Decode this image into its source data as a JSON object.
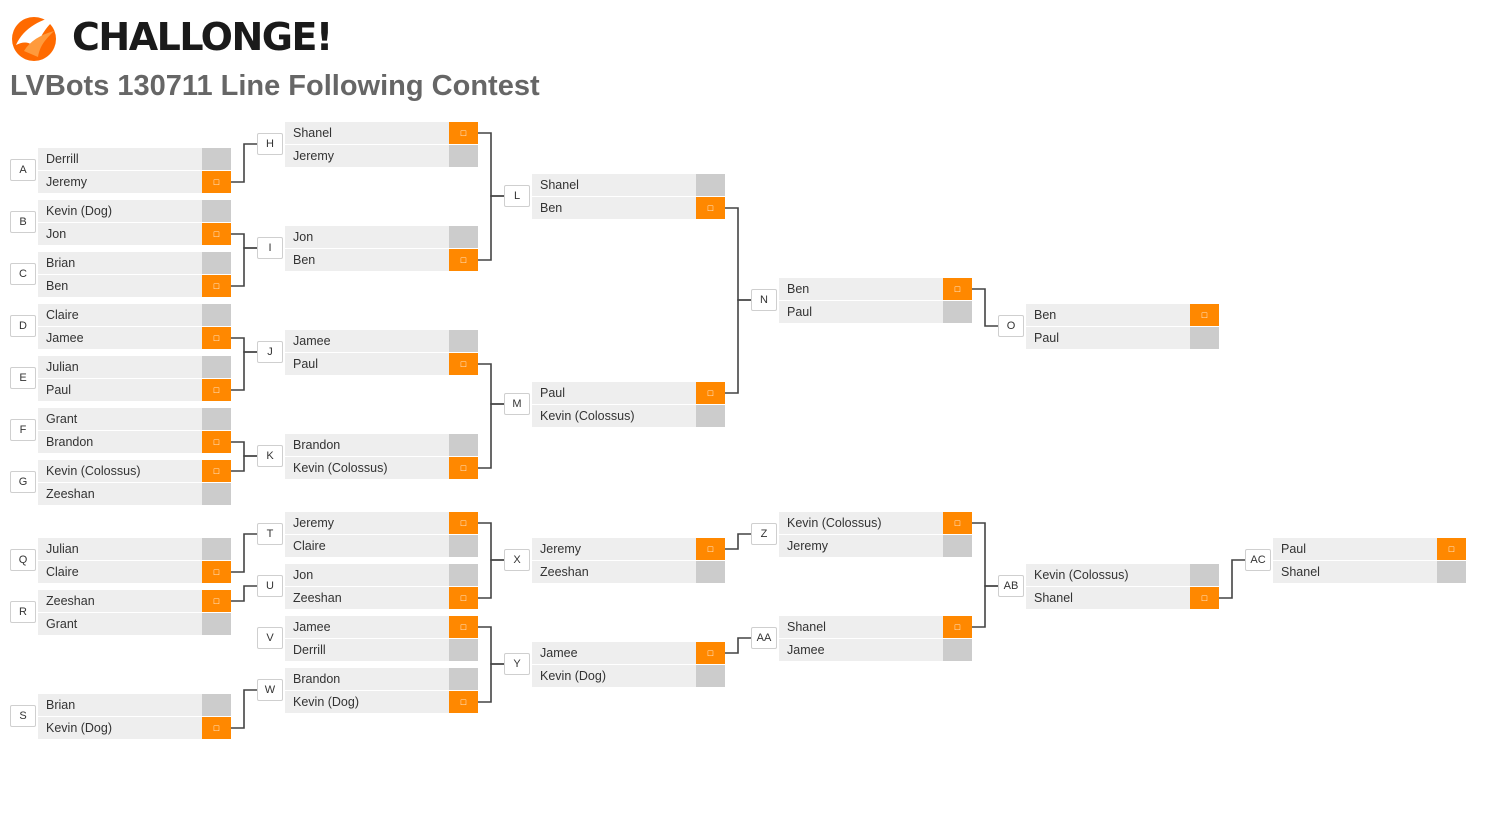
{
  "brand": {
    "name": "CHALLONGE!",
    "logo_icon": "challonge-logo-icon",
    "accent": "#ff8800"
  },
  "tournament": {
    "title": "LVBots 130711 Line Following Contest"
  },
  "winner_marker": "□",
  "matches": [
    {
      "id": "A",
      "p1": "Derrill",
      "p2": "Jeremy",
      "winner": 2
    },
    {
      "id": "B",
      "p1": "Kevin (Dog)",
      "p2": "Jon",
      "winner": 2
    },
    {
      "id": "C",
      "p1": "Brian",
      "p2": "Ben",
      "winner": 2
    },
    {
      "id": "D",
      "p1": "Claire",
      "p2": "Jamee",
      "winner": 2
    },
    {
      "id": "E",
      "p1": "Julian",
      "p2": "Paul",
      "winner": 2
    },
    {
      "id": "F",
      "p1": "Grant",
      "p2": "Brandon",
      "winner": 2
    },
    {
      "id": "G",
      "p1": "Kevin (Colossus)",
      "p2": "Zeeshan",
      "winner": 1
    },
    {
      "id": "H",
      "p1": "Shanel",
      "p2": "Jeremy",
      "winner": 1
    },
    {
      "id": "I",
      "p1": "Jon",
      "p2": "Ben",
      "winner": 2
    },
    {
      "id": "J",
      "p1": "Jamee",
      "p2": "Paul",
      "winner": 2
    },
    {
      "id": "K",
      "p1": "Brandon",
      "p2": "Kevin (Colossus)",
      "winner": 2
    },
    {
      "id": "L",
      "p1": "Shanel",
      "p2": "Ben",
      "winner": 2
    },
    {
      "id": "M",
      "p1": "Paul",
      "p2": "Kevin (Colossus)",
      "winner": 1
    },
    {
      "id": "N",
      "p1": "Ben",
      "p2": "Paul",
      "winner": 1
    },
    {
      "id": "O",
      "p1": "Ben",
      "p2": "Paul",
      "winner": 1
    },
    {
      "id": "Q",
      "p1": "Julian",
      "p2": "Claire",
      "winner": 2
    },
    {
      "id": "R",
      "p1": "Zeeshan",
      "p2": "Grant",
      "winner": 1
    },
    {
      "id": "S",
      "p1": "Brian",
      "p2": "Kevin (Dog)",
      "winner": 2
    },
    {
      "id": "T",
      "p1": "Jeremy",
      "p2": "Claire",
      "winner": 1
    },
    {
      "id": "U",
      "p1": "Jon",
      "p2": "Zeeshan",
      "winner": 2
    },
    {
      "id": "V",
      "p1": "Jamee",
      "p2": "Derrill",
      "winner": 1
    },
    {
      "id": "W",
      "p1": "Brandon",
      "p2": "Kevin (Dog)",
      "winner": 2
    },
    {
      "id": "X",
      "p1": "Jeremy",
      "p2": "Zeeshan",
      "winner": 1
    },
    {
      "id": "Y",
      "p1": "Jamee",
      "p2": "Kevin (Dog)",
      "winner": 1
    },
    {
      "id": "Z",
      "p1": "Kevin (Colossus)",
      "p2": "Jeremy",
      "winner": 1
    },
    {
      "id": "AA",
      "p1": "Shanel",
      "p2": "Jamee",
      "winner": 1
    },
    {
      "id": "AB",
      "p1": "Kevin (Colossus)",
      "p2": "Shanel",
      "winner": 2
    },
    {
      "id": "AC",
      "p1": "Paul",
      "p2": "Shanel",
      "winner": 1
    }
  ]
}
